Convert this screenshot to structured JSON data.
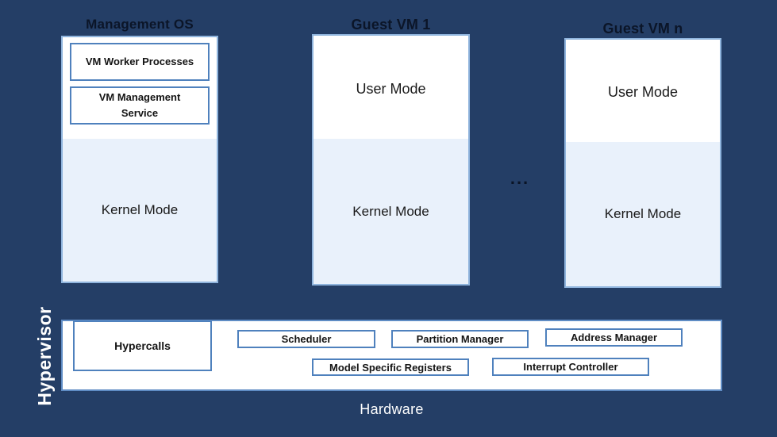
{
  "colors": {
    "background": "#243e66",
    "column_fill": "#ffffff",
    "kernel_fill": "#e9f1fb",
    "column_border": "#8fb4dd",
    "inner_box_border": "#4f81bd",
    "title_text": "#0b1528",
    "body_text": "#1a1a1a",
    "light_text": "#ffffff"
  },
  "columns": [
    {
      "title": "Management OS",
      "boxes": [
        "VM Worker Processes",
        "VM Management Service"
      ],
      "kernel_label": "Kernel Mode"
    },
    {
      "title": "Guest VM 1",
      "user_label": "User Mode",
      "kernel_label": "Kernel Mode"
    },
    {
      "title": "Guest VM n",
      "user_label": "User Mode",
      "kernel_label": "Kernel Mode"
    }
  ],
  "ellipsis": "...",
  "hypervisor": {
    "side_label": "Hypervisor",
    "components": {
      "hypercalls": "Hypercalls",
      "scheduler": "Scheduler",
      "partition_manager": "Partition Manager",
      "address_manager": "Address Manager",
      "model_specific_registers": "Model Specific Registers",
      "interrupt_controller": "Interrupt Controller"
    }
  },
  "hardware_label": "Hardware"
}
